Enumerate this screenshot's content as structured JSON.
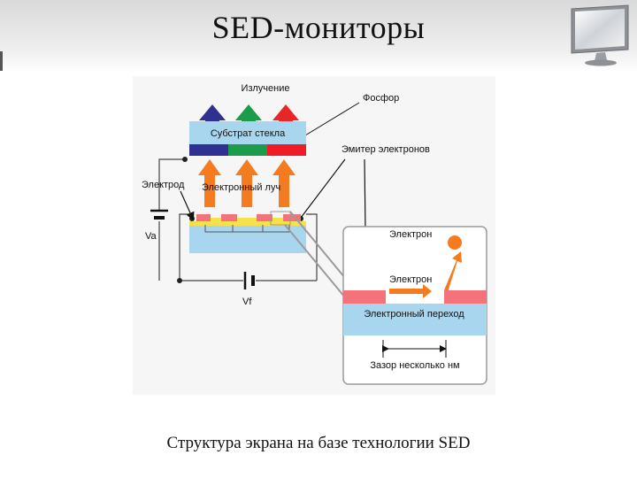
{
  "slide": {
    "title": "SED-мониторы",
    "caption": "Структура экрана на базе технологии SED"
  },
  "icons": {
    "monitor": "monitor-icon"
  },
  "diagram": {
    "labels": {
      "emission": "Излучение",
      "phosphor": "Фосфор",
      "glass_substrate": "Субстрат стекла",
      "electron_emitter": "Эмитер электронов",
      "electrode": "Электрод",
      "electron_beam": "Электронный луч",
      "anode_voltage": "Va",
      "filament_voltage": "Vf",
      "electron_1": "Электрон",
      "electron_2": "Электрон",
      "electron_junction": "Электронный переход",
      "gap": "Зазор несколько нм"
    },
    "colors": {
      "arrow_blue": "#2e3192",
      "arrow_green": "#1a9c4a",
      "arrow_red": "#e8262a",
      "beam_orange": "#f47b20",
      "substrate_blue": "#a9d6ef",
      "phosphor_blue": "#2e3192",
      "phosphor_green": "#1a9c4a",
      "phosphor_red": "#ee1c24",
      "emitter_pink": "#f4737a",
      "emitter_yellow": "#f7e14b"
    }
  }
}
